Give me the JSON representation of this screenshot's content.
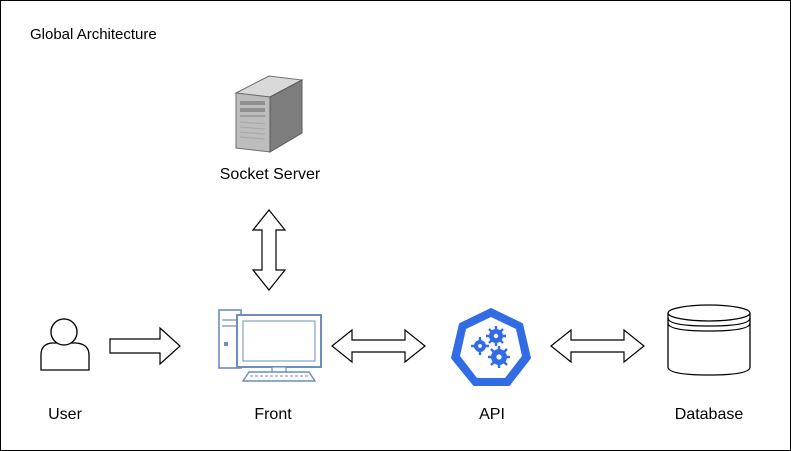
{
  "diagram": {
    "title": "Global Architecture",
    "nodes": {
      "socket_server": {
        "label": "Socket Server",
        "icon": "server-tower-icon"
      },
      "user": {
        "label": "User",
        "icon": "user-icon"
      },
      "front": {
        "label": "Front",
        "icon": "desktop-computer-icon"
      },
      "api": {
        "label": "API",
        "icon": "kubernetes-api-icon"
      },
      "database": {
        "label": "Database",
        "icon": "database-icon"
      }
    },
    "edges": [
      {
        "from": "user",
        "to": "front",
        "direction": "one-way"
      },
      {
        "from": "socket_server",
        "to": "front",
        "direction": "bidirectional"
      },
      {
        "from": "front",
        "to": "api",
        "direction": "bidirectional"
      },
      {
        "from": "api",
        "to": "database",
        "direction": "bidirectional"
      }
    ],
    "colors": {
      "api_blue": "#326CE5",
      "front_blue": "#6C8EBF",
      "server_grey": "#8A8A8A"
    }
  }
}
